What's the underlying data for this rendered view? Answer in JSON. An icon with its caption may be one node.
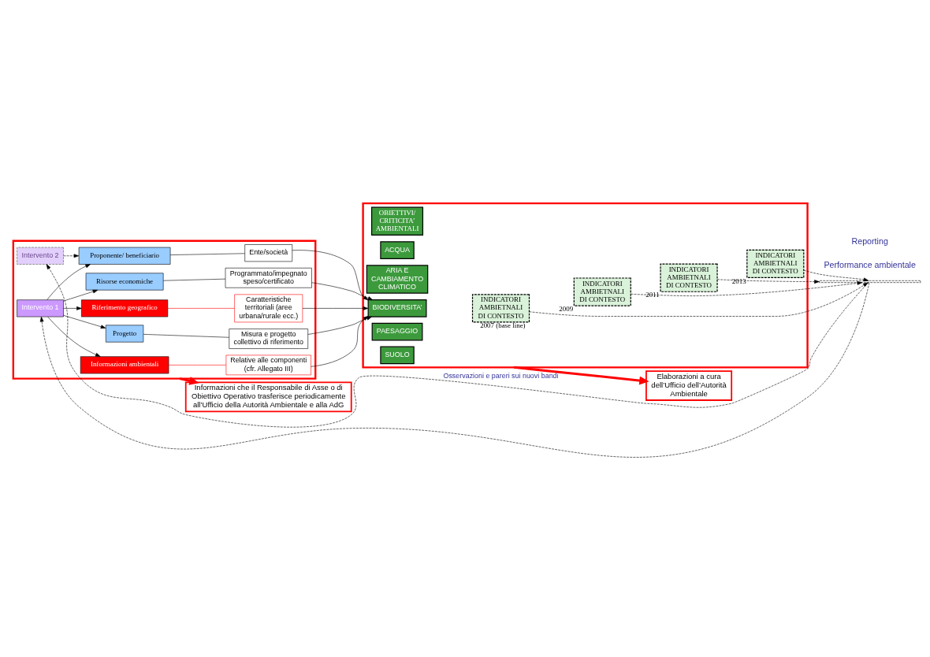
{
  "diagram": {
    "nodes": [
      {
        "text": [],
        "shape": "box"
      },
      {
        "text": [
          "Intervento 2"
        ],
        "in": 0
      },
      {
        "text": [
          "Intervento 1"
        ],
        "in": 0
      },
      {
        "text": [
          "Progetto"
        ],
        "in": 0
      },
      {
        "text": [
          "Proponente/ beneficiario"
        ],
        "in": 0
      },
      {
        "text": [
          "Risorse economiche"
        ],
        "in": 0
      },
      {
        "text": [
          "Riferimento geografico"
        ],
        "in": 0
      },
      {
        "text": [
          "Informazioni ambientali"
        ],
        "in": 0
      },
      {
        "text": [
          "Misura e progetto collettivo di riferimento"
        ],
        "in": 0
      },
      {
        "text": [
          "Ente/società"
        ],
        "in": 0
      },
      {
        "text": [
          "Programmato/impegnato speso/certificato"
        ],
        "in": 0
      },
      {
        "text": [
          "Caratteristiche territoriali (aree urbana/rurale ecc.)"
        ],
        "in": 0
      },
      {
        "text": [
          "Relative alle componenti (cfr. Allegato III)"
        ],
        "in": 0
      },
      {
        "text": [],
        "shape": "box"
      },
      {
        "text": [
          "OBIETTIVI/ CRITICITA’ AMBIENTALI"
        ],
        "in": 13
      },
      {
        "text": [
          "ACQUA"
        ],
        "in": 13
      },
      {
        "text": [
          "ARIA E CAMBIAMENTO CLIMATICO"
        ],
        "in": 13
      },
      {
        "text": [
          "BIODIVERSITA’"
        ],
        "in": 13
      },
      {
        "text": [
          "PAESAGGIO"
        ],
        "in": 13
      },
      {
        "text": [
          "SUOLO"
        ],
        "in": 13
      },
      {
        "text": [
          "INDICATORI AMBIETNALI DI CONTESTO"
        ],
        "beside": [
          "2007 (base line)"
        ],
        "in": 13
      },
      {
        "text": [
          "INDICATORI AMBIETNALI DI CONTESTO"
        ],
        "beside": [
          "2009"
        ],
        "in": 13
      },
      {
        "text": [
          "INDICATORI AMBIETNALI DI CONTESTO"
        ],
        "beside": [
          "2011"
        ],
        "in": 13
      },
      {
        "text": [
          "INDICATORI AMBIETNALI DI CONTESTO"
        ],
        "beside": [
          "2013"
        ],
        "in": 13
      },
      {
        "text": [
          "Informazioni che il Responsabile di Asse o di Obiettivo Operativo trasferisce periodicamente all’Ufficio della Autorità Ambientale e alla AdG"
        ]
      },
      {
        "text": [
          "Elaborazioni a cura dell’Ufficio dell’Autorità Ambientale"
        ]
      },
      {
        "text": [],
        "shape": "bar"
      }
    ],
    "edges": [
      {
        "from": 2,
        "to": 3,
        "arrow": "to"
      },
      {
        "from": 2,
        "to": 4,
        "arrow": "to"
      },
      {
        "from": 2,
        "to": 5,
        "arrow": "to"
      },
      {
        "from": 2,
        "to": 6,
        "arrow": "to"
      },
      {
        "from": 2,
        "to": 7,
        "arrow": "to"
      },
      {
        "from": 1,
        "to": 4,
        "arrow": "to",
        "style": "dashed"
      },
      {
        "from": 3,
        "to": 8,
        "arrow": "none"
      },
      {
        "from": 4,
        "to": 9,
        "arrow": "none"
      },
      {
        "from": 5,
        "to": 10,
        "arrow": "none"
      },
      {
        "from": 6,
        "to": 11,
        "arrow": "none",
        "color": "#ff0000"
      },
      {
        "from": 7,
        "to": 12,
        "arrow": "none",
        "color": "#ff0000"
      },
      {
        "from": 8,
        "to": 17,
        "arrow": "to"
      },
      {
        "from": 9,
        "to": 17,
        "arrow": "to"
      },
      {
        "from": 10,
        "to": 17,
        "arrow": "to"
      },
      {
        "from": 11,
        "to": 17,
        "arrow": "to"
      },
      {
        "from": 12,
        "to": 17,
        "arrow": "to"
      },
      {
        "from": 20,
        "to": 26,
        "arrow": "to",
        "style": "dashed"
      },
      {
        "from": 21,
        "to": 26,
        "arrow": "to",
        "style": "dashed"
      },
      {
        "from": 22,
        "to": 26,
        "arrow": "to",
        "style": "dashed"
      },
      {
        "from": 23,
        "to": 26,
        "arrow": "to",
        "style": "dashed"
      },
      {
        "from": 26,
        "to": 2,
        "arrow": "to",
        "style": "dashed"
      },
      {
        "from": 26,
        "to": 1,
        "arrow": "to",
        "style": "dashed",
        "label": "Osservazioni e pareri sui nuovi bandi"
      },
      {
        "from": 0,
        "to": 24,
        "arrow": "to",
        "style": "thick",
        "color": "#ff0000"
      },
      {
        "from": 13,
        "to": 25,
        "arrow": "to",
        "style": "thick",
        "color": "#ff0000"
      }
    ],
    "labels": [
      "Performance ambientale",
      "Reporting"
    ]
  }
}
